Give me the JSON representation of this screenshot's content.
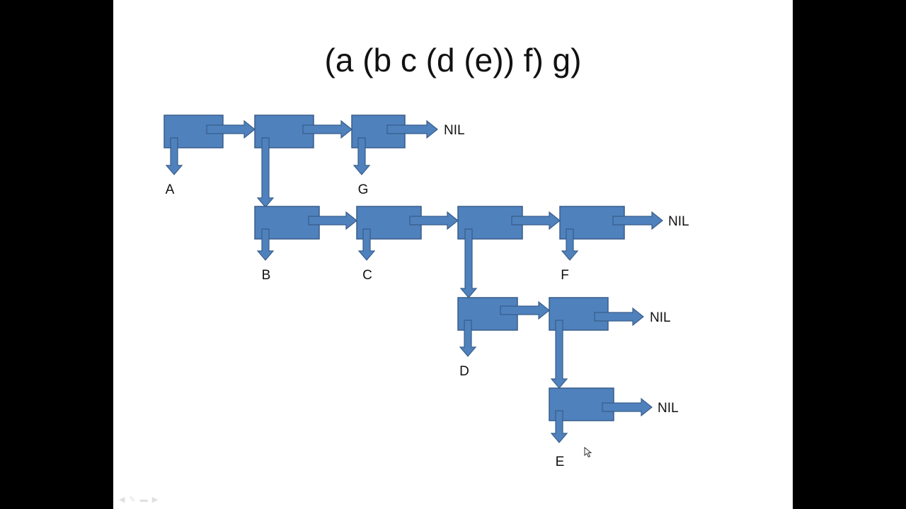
{
  "slide": {
    "title": "(a (b c (d (e)) f) g)"
  },
  "labels": {
    "A": "A",
    "G": "G",
    "B": "B",
    "C": "C",
    "F": "F",
    "D": "D",
    "E": "E",
    "nil": "NIL"
  },
  "colors": {
    "cell_fill": "#4f81bd",
    "cell_stroke": "#385d8a",
    "slide_bg": "#ffffff",
    "frame_bg": "#000000"
  },
  "icons": {
    "slide_controls": [
      "prev-icon",
      "pen-icon",
      "menu-icon",
      "next-icon"
    ],
    "cursor": "mouse-pointer-icon"
  }
}
